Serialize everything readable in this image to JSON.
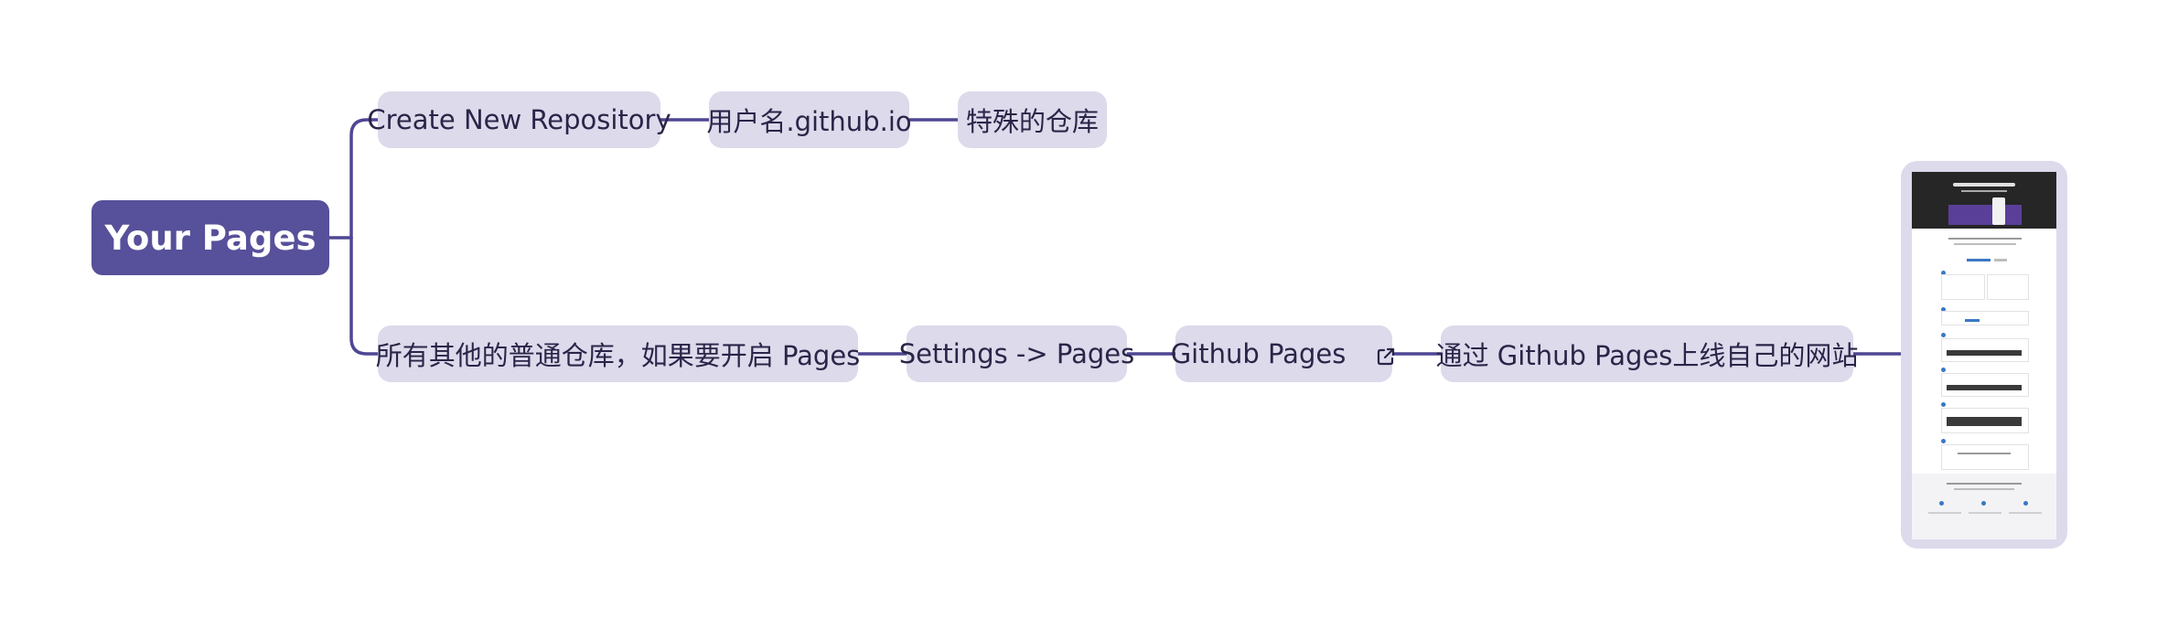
{
  "root": {
    "label": "Your Pages"
  },
  "branch1": {
    "step1": "Create New Repository",
    "step2": "用户名.github.io",
    "step3": "特殊的仓库"
  },
  "branch2": {
    "step1": "所有其他的普通仓库，如果要开启 Pages",
    "step2": "Settings -> Pages",
    "step3": {
      "label": "Github Pages",
      "icon": "external-link-icon"
    },
    "step4": "通过 Github Pages上线自己的网站",
    "step5": {
      "image": "github-pages-website-screenshot"
    }
  },
  "colors": {
    "root_bg": "#57509a",
    "node_bg": "#dcdaeb",
    "line": "#4e4793",
    "text": "#2a2548"
  }
}
